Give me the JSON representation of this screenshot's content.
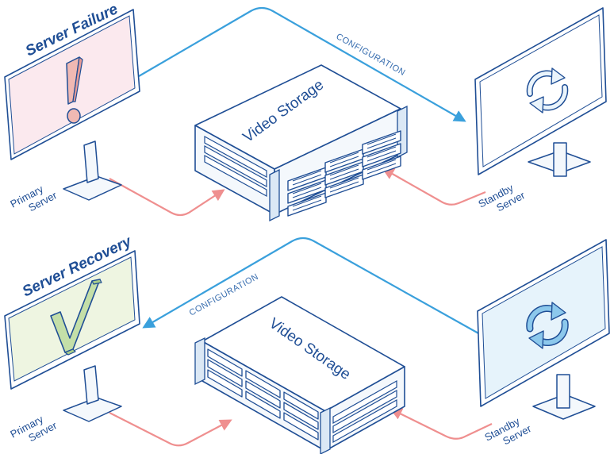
{
  "top_scenario": {
    "title": "Server Failure",
    "configuration_label": "CONFIGURATION",
    "storage_label": "Video Storage",
    "primary": {
      "line1": "Primary",
      "line2": "Server"
    },
    "standby": {
      "line1": "Standby",
      "line2": "Server"
    }
  },
  "bottom_scenario": {
    "title": "Server Recovery",
    "configuration_label": "CONFIGURATION",
    "storage_label": "Video Storage",
    "primary": {
      "line1": "Primary",
      "line2": "Server"
    },
    "standby": {
      "line1": "Standby",
      "line2": "Server"
    }
  },
  "colors": {
    "outline": "#1f4e95",
    "config_arrow": "#3aa0dc",
    "data_arrow": "#ef8f8f",
    "failure_screen": "#fbe9ee",
    "recovery_screen": "#eef5e1",
    "standby_screen_top": "#ffffff",
    "standby_screen_bottom": "#e6f3fb",
    "device_body": "#f4f8fc"
  },
  "icons": {
    "failure": "exclamation-icon",
    "recovery": "checkmark-icon",
    "standby": "sync-arrows-icon"
  }
}
